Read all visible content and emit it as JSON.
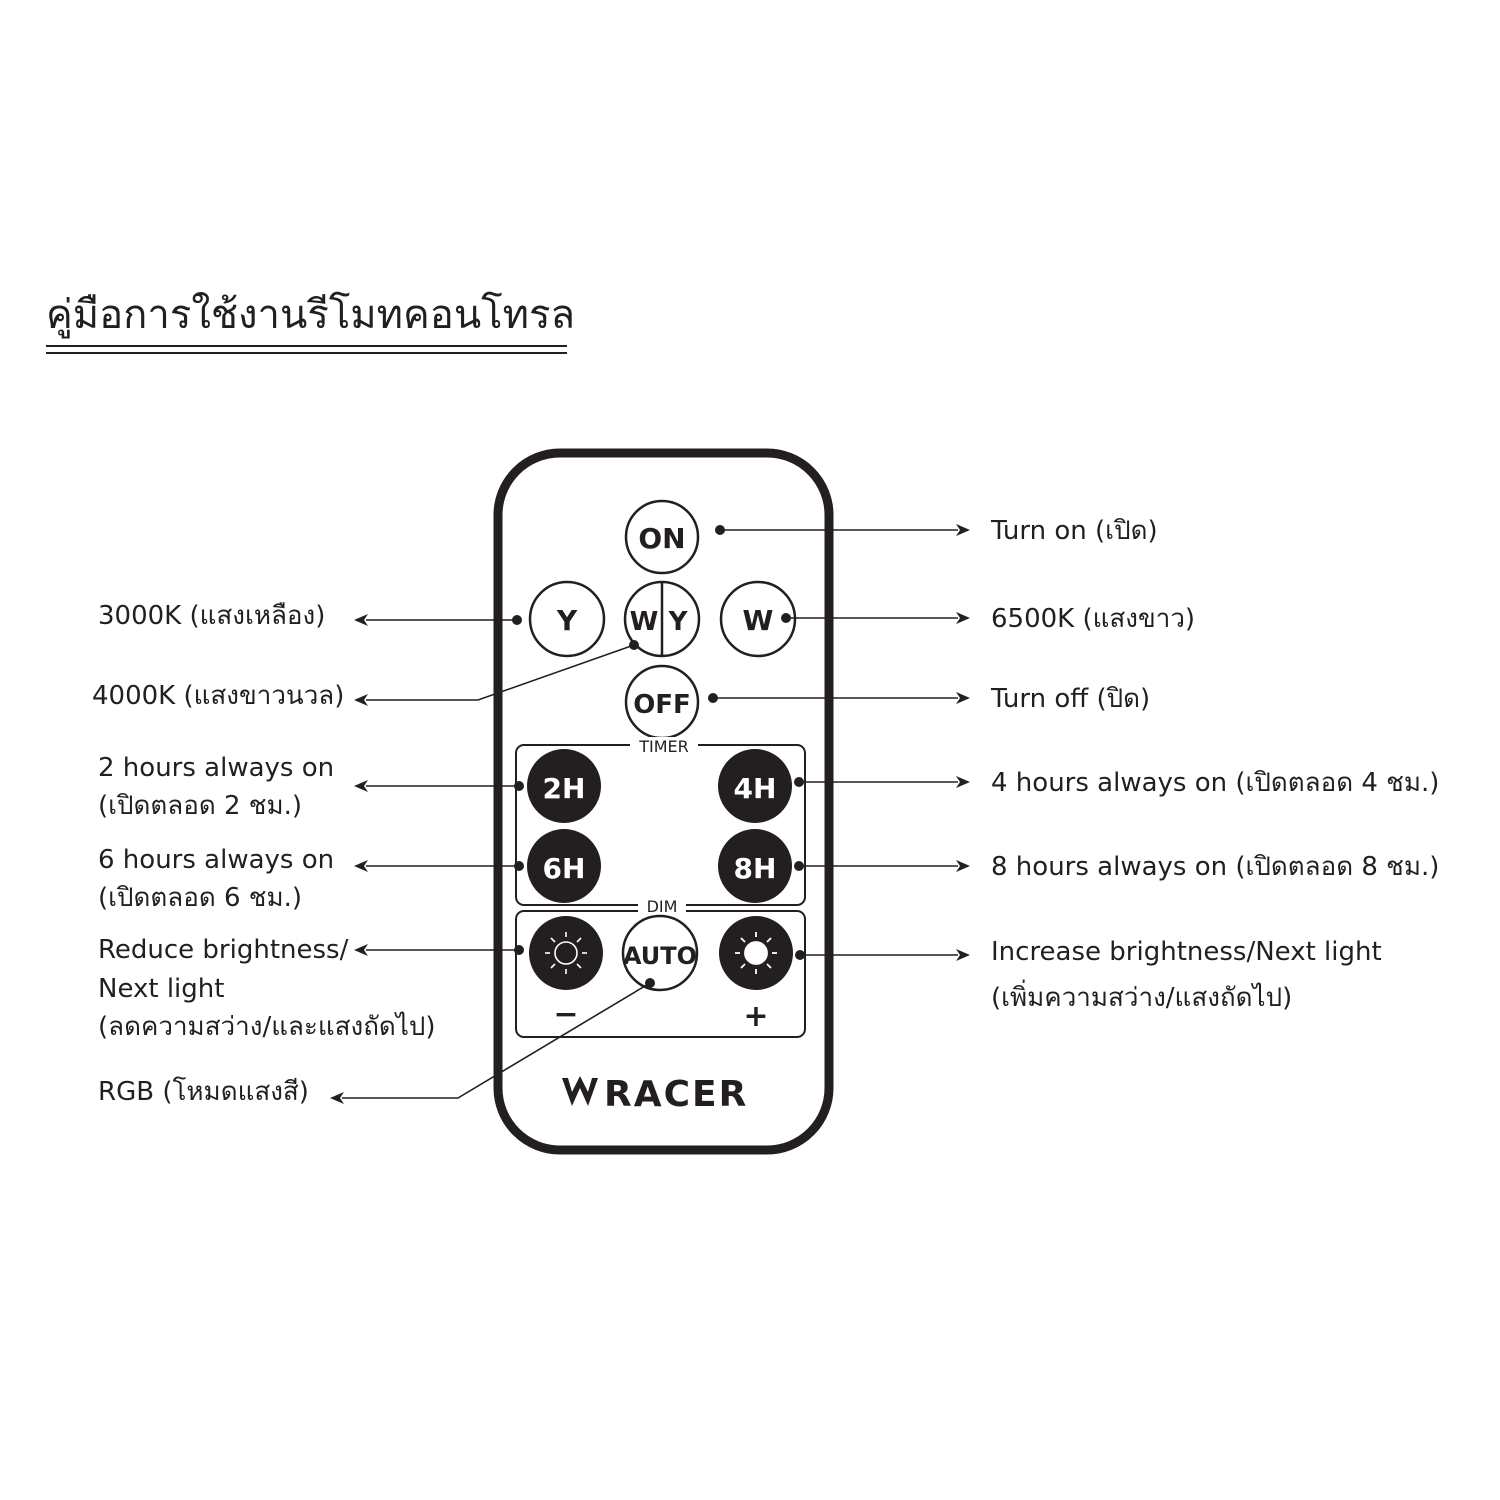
{
  "title": "คู่มือการใช้งานรีโมทคอนโทรล",
  "colors": {
    "ink": "#231f20",
    "background": "#ffffff",
    "button_dark": "#231f20"
  },
  "remote": {
    "brand": "RACER",
    "buttons": {
      "on": "ON",
      "y": "Y",
      "wy_left": "W",
      "wy_right": "Y",
      "w": "W",
      "off": "OFF",
      "h2": "2H",
      "h4": "4H",
      "h6": "6H",
      "h8": "8H",
      "auto": "AUTO",
      "minus": "−",
      "plus": "+"
    },
    "sections": {
      "timer": "TIMER",
      "dim": "DIM"
    }
  },
  "labels": {
    "turn_on": "Turn on (เปิด)",
    "k6500": "6500K (แสงขาว)",
    "turn_off": "Turn off (ปิด)",
    "h4_line1": "4 hours always on (เปิดตลอด 4 ชม.)",
    "h8_line1": "8 hours always on (เปิดตลอด 8 ชม.)",
    "inc_line1": "Increase brightness/Next light",
    "inc_line2": "(เพิ่มความสว่าง/แสงถัดไป)",
    "k3000": "3000K (แสงเหลือง)",
    "k4000": "4000K (แสงขาวนวล)",
    "h2_line1": "2 hours always on",
    "h2_line2": "(เปิดตลอด 2 ชม.)",
    "h6_line1": "6 hours always on",
    "h6_line2": "(เปิดตลอด 6 ชม.)",
    "dec_line1": "Reduce brightness/",
    "dec_line2": "Next light",
    "dec_line3": "(ลดความสว่าง/และแสงถัดไป)",
    "rgb": "RGB (โหมดแสงสี)"
  }
}
